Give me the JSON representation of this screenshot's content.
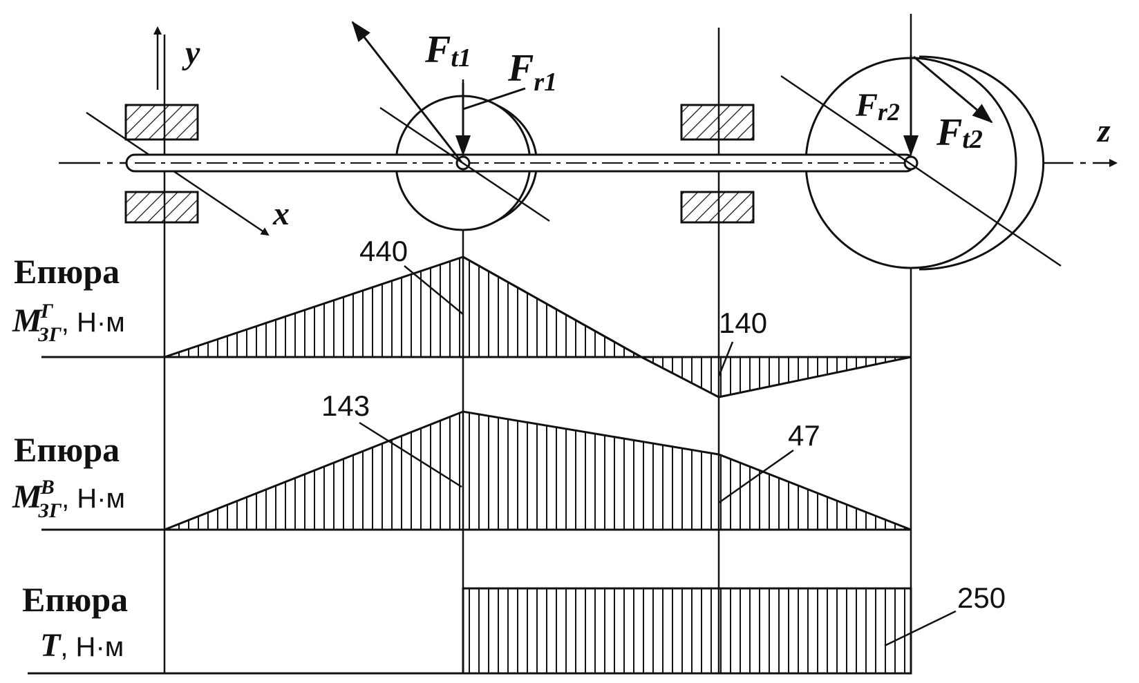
{
  "axes": {
    "x": "x",
    "y": "y",
    "z": "z"
  },
  "forces": {
    "ft1": {
      "main": "F",
      "sub": "t1"
    },
    "fr1": {
      "main": "F",
      "sub": "r1"
    },
    "fr2": {
      "main": "F",
      "sub": "r2"
    },
    "ft2": {
      "main": "F",
      "sub": "t2"
    }
  },
  "diagrams": {
    "horizontal": {
      "title": "Епюра",
      "symbol": "M",
      "sup": "Г",
      "sub": "ЗГ",
      "unit": ", Н·м",
      "peak_label": "440",
      "min_label": "140"
    },
    "vertical": {
      "title": "Епюра",
      "symbol": "M",
      "sup": "В",
      "sub": "ЗГ",
      "unit": ", Н·м",
      "peak_label": "143",
      "mid_label": "47"
    },
    "torque": {
      "title": "Епюра",
      "symbol": "T",
      "unit": ", Н·м",
      "value_label": "250"
    }
  },
  "colors": {
    "ink": "#111111",
    "paper": "#ffffff"
  }
}
